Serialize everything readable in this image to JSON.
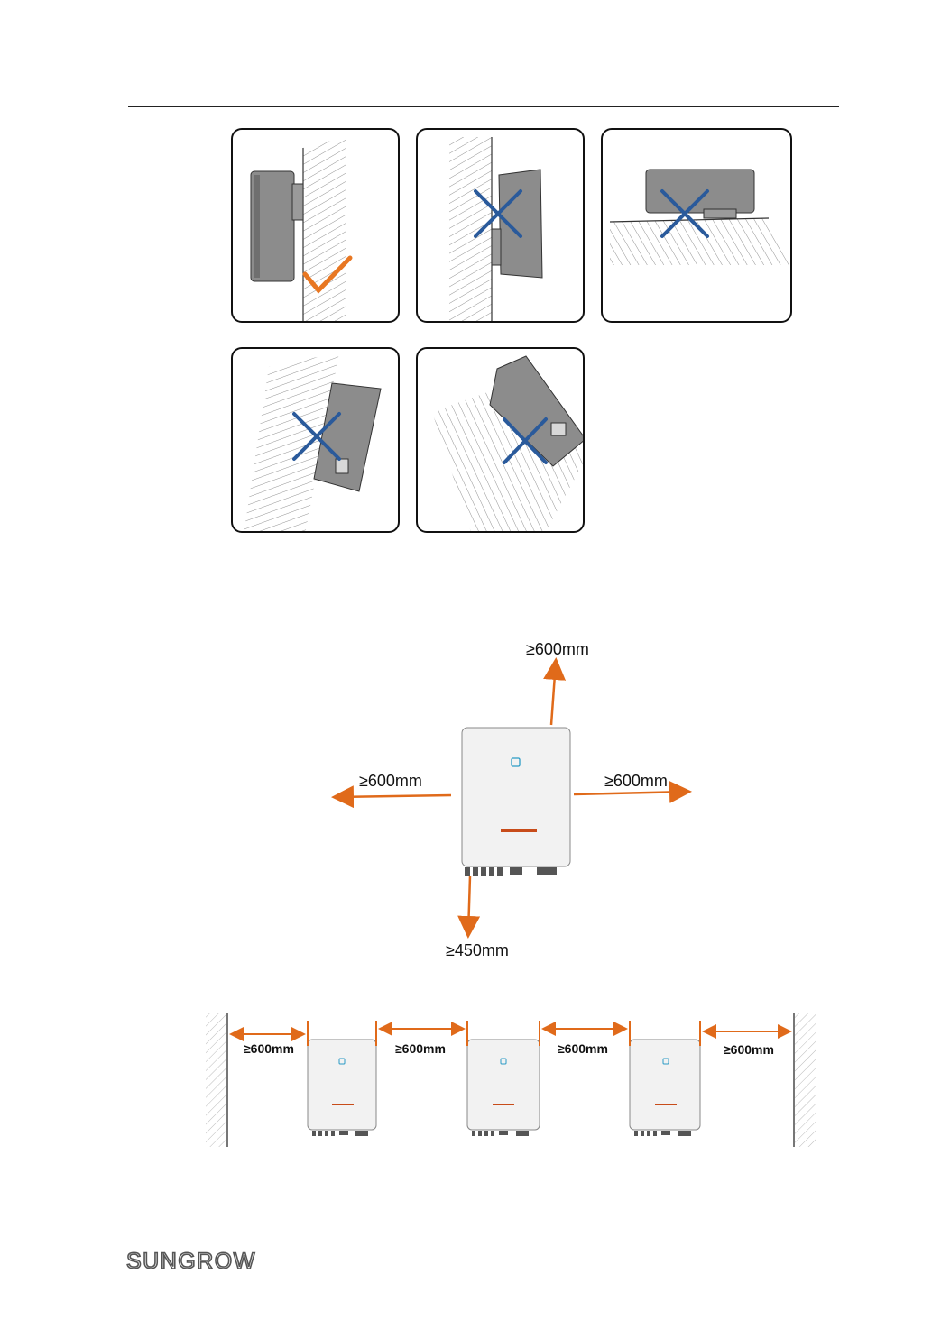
{
  "installation_angles": {
    "panels": [
      {
        "name": "vertical-wall",
        "status": "correct"
      },
      {
        "name": "tilted-forward",
        "status": "incorrect"
      },
      {
        "name": "horizontal-upside",
        "status": "incorrect"
      },
      {
        "name": "tilted-backward-steep",
        "status": "incorrect"
      },
      {
        "name": "tilted-backward-flat",
        "status": "incorrect"
      }
    ],
    "colors": {
      "check": "#e87722",
      "cross": "#2a5a9b",
      "device": "#8c8c8c"
    }
  },
  "clearance_single": {
    "top": "≥600mm",
    "left": "≥600mm",
    "right": "≥600mm",
    "bottom": "≥450mm",
    "arrow_color": "#e06a1a"
  },
  "clearance_row": {
    "gaps": [
      "≥600mm",
      "≥600mm",
      "≥600mm",
      "≥600mm"
    ]
  },
  "footer": {
    "logo_text": "SUNGROW"
  }
}
